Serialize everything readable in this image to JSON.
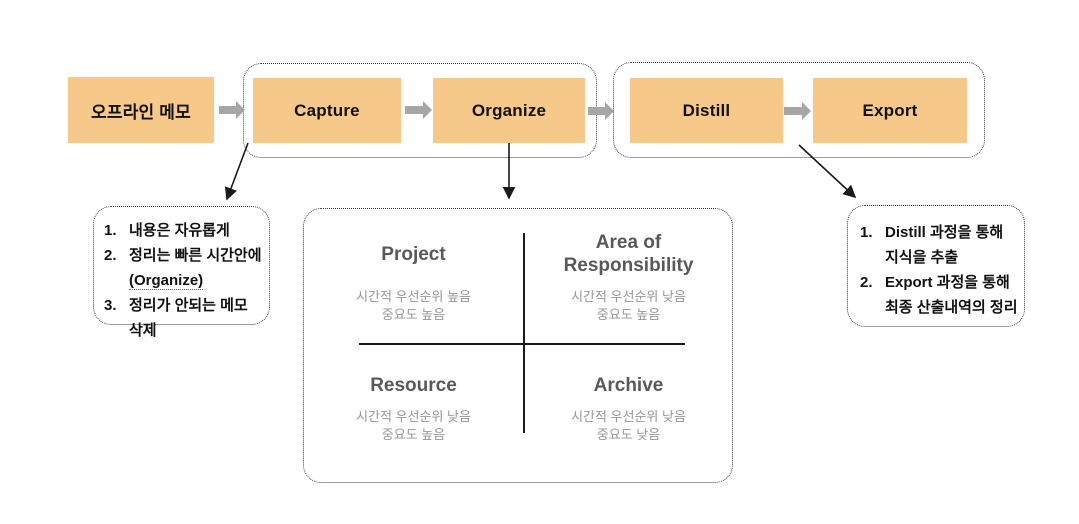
{
  "colors": {
    "stage_fill": "#F6C88A",
    "connector_gray": "#A6A6A6",
    "quadrant_title_gray": "#595959",
    "quadrant_subtitle_gray": "#969696",
    "text_black": "#111111",
    "spellcheck_red": "#e04040"
  },
  "flow": {
    "offline_box": "오프라인 메모",
    "capture": "Capture",
    "organize": "Organize",
    "distill": "Distill",
    "export": "Export"
  },
  "left_note": {
    "items": [
      {
        "num": "1.",
        "line1": "내용은 자유롭게"
      },
      {
        "num": "2.",
        "line1": "정리는 빠른 시간안에",
        "line2": "(Organize)"
      },
      {
        "num": "3.",
        "line1": "정리가 안되는 메모 삭제"
      }
    ]
  },
  "quadrant": {
    "cells": [
      {
        "title": "Project",
        "sub1": "시간적 우선순위 높음",
        "sub2": "중요도 높음"
      },
      {
        "title": "Area of Responsibility",
        "sub1": "시간적 우선순위 낮음",
        "sub2": "중요도 높음"
      },
      {
        "title": "Resource",
        "sub1": "시간적 우선순위 낮음",
        "sub2": "중요도 높음"
      },
      {
        "title": "Archive",
        "sub1": "시간적 우선순위 낮음",
        "sub2": "중요도 낮음"
      }
    ]
  },
  "right_note": {
    "items": [
      {
        "num": "1.",
        "line1": "Distill 과정을 통해",
        "line2": "지식을 추출"
      },
      {
        "num": "2.",
        "line1": "Export 과정을 통해",
        "line2": "최종 산출내역의 정리"
      }
    ]
  }
}
